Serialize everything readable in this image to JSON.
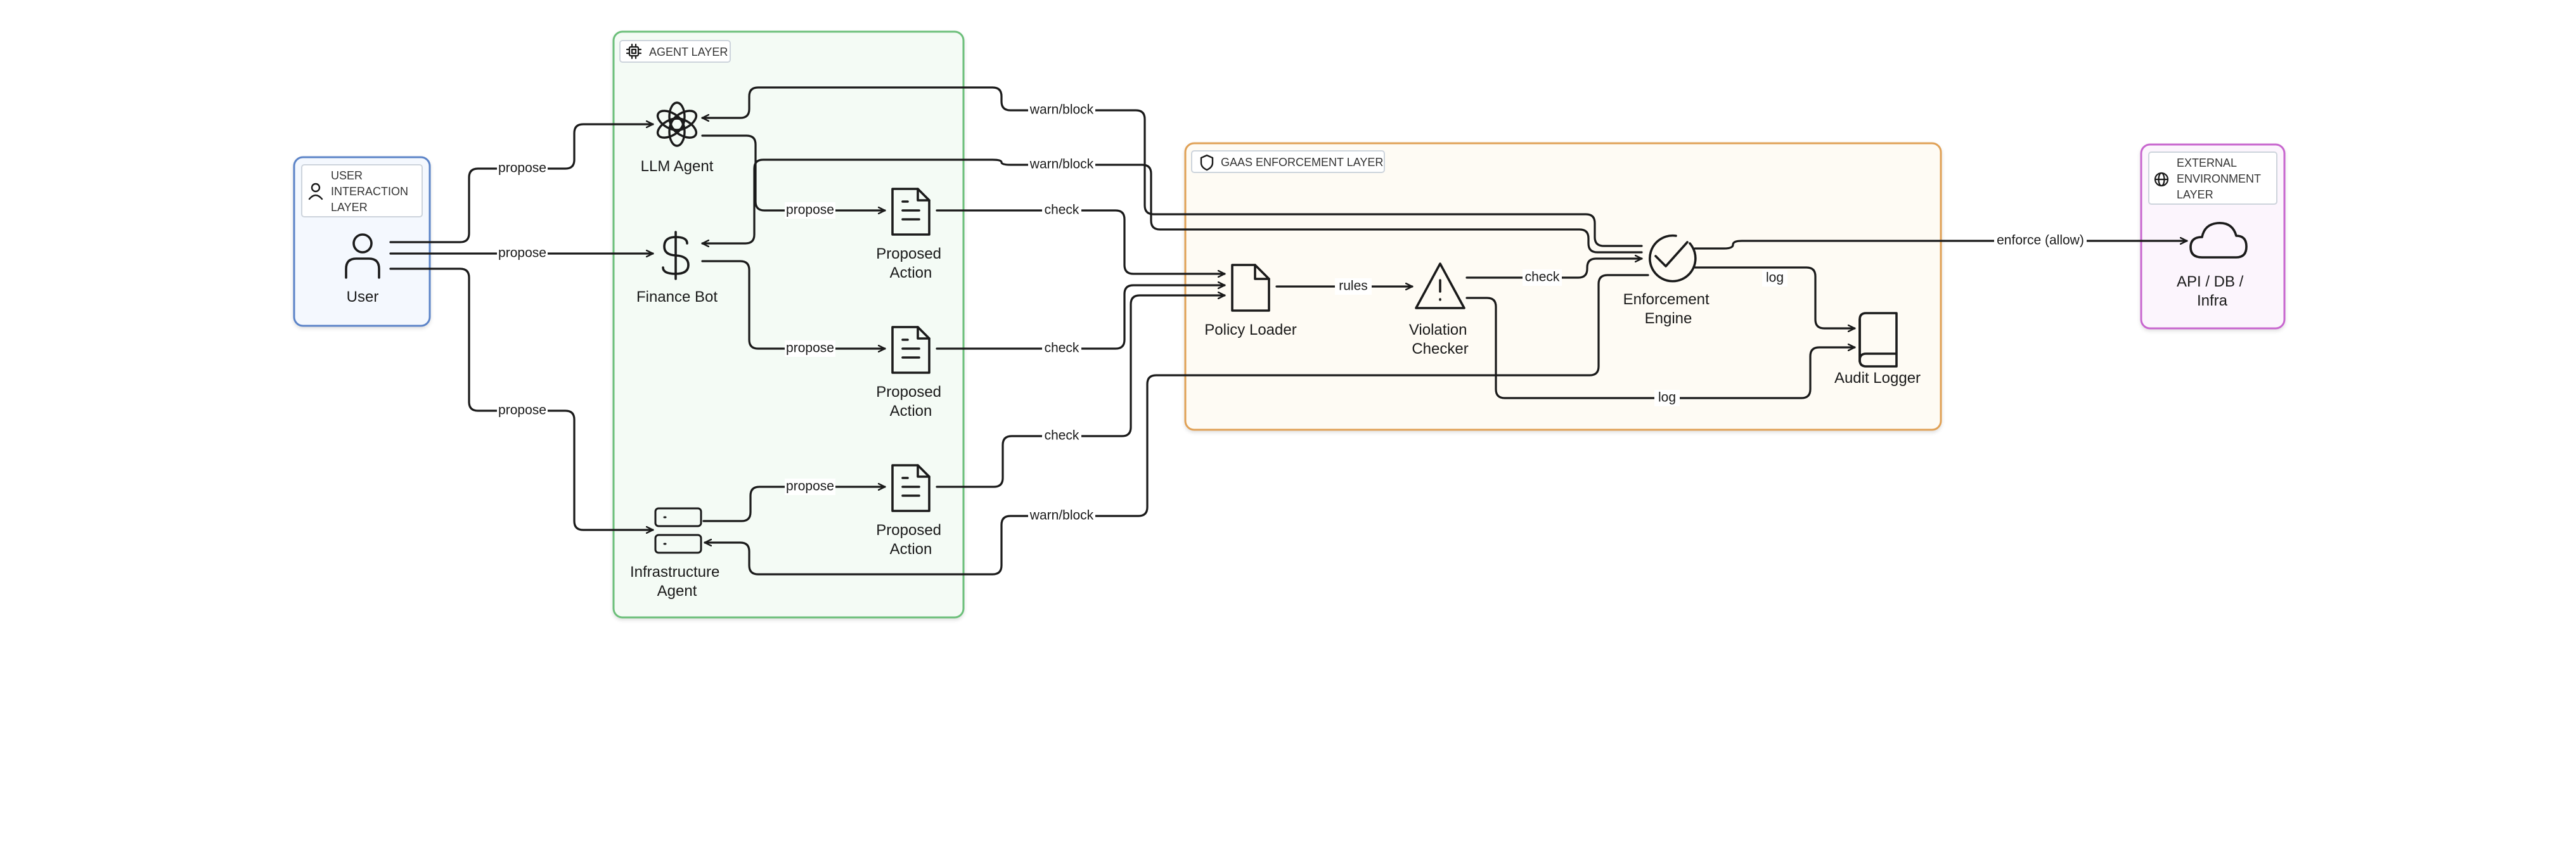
{
  "layers": {
    "user": {
      "title_lines": [
        "USER",
        "INTERACTION",
        "LAYER"
      ]
    },
    "agent": {
      "title": "AGENT LAYER"
    },
    "gaas": {
      "title": "GAAS ENFORCEMENT LAYER"
    },
    "external": {
      "title_lines": [
        "EXTERNAL",
        "ENVIRONMENT",
        "LAYER"
      ]
    }
  },
  "nodes": {
    "user": {
      "label_lines": [
        "User"
      ]
    },
    "llm_agent": {
      "label_lines": [
        "LLM Agent"
      ]
    },
    "finance_bot": {
      "label_lines": [
        "Finance Bot"
      ]
    },
    "infra_agent": {
      "label_lines": [
        "Infrastructure",
        "Agent"
      ]
    },
    "proposed_action_1": {
      "label_lines": [
        "Proposed",
        "Action"
      ]
    },
    "proposed_action_2": {
      "label_lines": [
        "Proposed",
        "Action"
      ]
    },
    "proposed_action_3": {
      "label_lines": [
        "Proposed",
        "Action"
      ]
    },
    "policy_loader": {
      "label_lines": [
        "Policy Loader"
      ]
    },
    "violation_checker": {
      "label_lines": [
        "Violation",
        "Checker"
      ]
    },
    "enforcement_engine": {
      "label_lines": [
        "Enforcement",
        "Engine"
      ]
    },
    "audit_logger": {
      "label_lines": [
        "Audit Logger"
      ]
    },
    "api_db_infra": {
      "label_lines": [
        "API / DB /",
        "Infra"
      ]
    }
  },
  "edges": {
    "user_to_llm": "propose",
    "user_to_finance": "propose",
    "user_to_infra": "propose",
    "llm_to_pa1": "propose",
    "finance_to_pa2": "propose",
    "infra_to_pa3": "propose",
    "pa1_check": "check",
    "pa2_check": "check",
    "pa3_check": "check",
    "loader_rules": "rules",
    "checker_check": "check",
    "engine_log": "log",
    "checker_log": "log",
    "enforce_allow": "enforce (allow)",
    "warn_llm": "warn/block",
    "warn_finance": "warn/block",
    "warn_infra": "warn/block"
  },
  "colors": {
    "user_layer_stroke": "#5b84c8",
    "user_layer_fill": "#f4f8fe",
    "agent_layer_stroke": "#6cbf7a",
    "agent_layer_fill": "#f4fbf5",
    "gaas_layer_stroke": "#e0a157",
    "gaas_layer_fill": "#fefbf4",
    "external_layer_stroke": "#c866cf",
    "external_layer_fill": "#fcf5fd",
    "line": "#1a1a1a"
  },
  "icons": {
    "user": "person-icon",
    "llm_agent": "openai-icon",
    "finance_bot": "dollar-icon",
    "infra_agent": "server-icon",
    "proposed_action": "document-icon",
    "policy_loader": "file-icon",
    "violation_checker": "warning-icon",
    "enforcement_engine": "check-circle-icon",
    "audit_logger": "book-icon",
    "api_db_infra": "cloud-icon",
    "user_layer": "user-outline-icon",
    "agent_layer": "cpu-chip-icon",
    "gaas_layer": "shield-icon",
    "external_layer": "globe-icon"
  }
}
